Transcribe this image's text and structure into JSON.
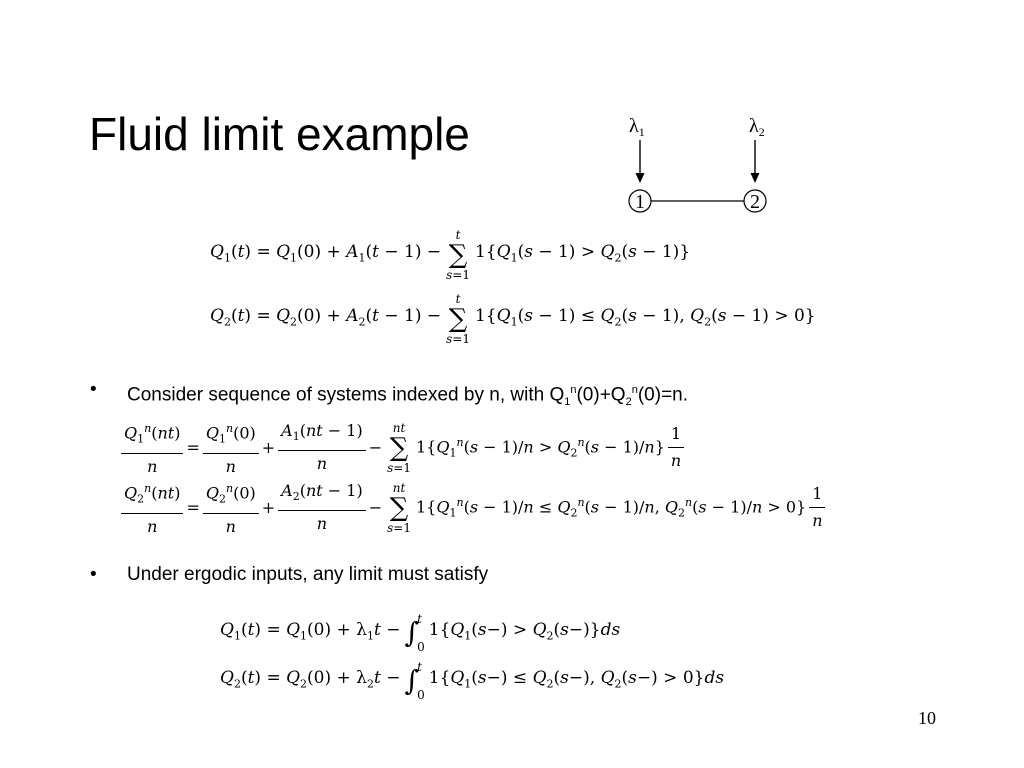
{
  "slide": {
    "title": "Fluid limit example",
    "page_number": "10"
  },
  "diagram": {
    "arrival_1": "λ1",
    "arrival_2": "λ2",
    "node_1": "1",
    "node_2": "2"
  },
  "equations_discrete": [
    "Q1(t) = Q1(0) + A1(t − 1) − Σ_{s=1}^{t} 1{Q1(s − 1) > Q2(s − 1)}",
    "Q2(t) = Q2(0) + A2(t − 1) − Σ_{s=1}^{t} 1{Q1(s − 1) ≤ Q2(s − 1), Q2(s − 1) > 0}"
  ],
  "bullets": [
    "Consider sequence of systems indexed by n, with Q1n(0)+Q2n(0)=n.",
    "Under ergodic inputs, any limit must satisfy"
  ],
  "equations_scaled": [
    "Q1n(nt)/n = Q1n(0)/n + A1(nt − 1)/n − Σ_{s=1}^{nt} 1{Q1n(s − 1)/n > Q2n(s − 1)/n} 1/n",
    "Q2n(nt)/n = Q2n(0)/n + A2(nt − 1)/n − Σ_{s=1}^{nt} 1{Q1n(s − 1)/n ≤ Q2n(s − 1)/n, Q2n(s − 1)/n > 0} 1/n"
  ],
  "equations_fluid": [
    "Q1(t) = Q1(0) + λ1t − ∫_0^t 1{Q1(s−) > Q2(s−)}ds",
    "Q2(t) = Q2(0) + λ2t − ∫_0^t 1{Q1(s−) ≤ Q2(s−), Q2(s−) > 0}ds"
  ]
}
